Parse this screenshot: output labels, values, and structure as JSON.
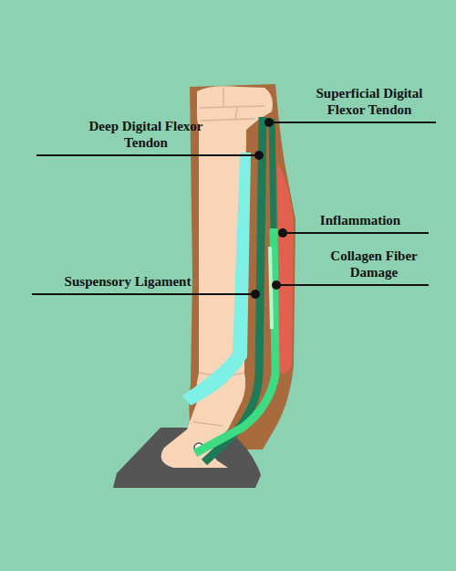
{
  "diagram": {
    "labels": [
      "Superficial Digital Flexor Tendon",
      "Deep Digital Flexor Tendon",
      "Inflammation",
      "Collagen Fiber Damage",
      "Suspensory Ligament"
    ]
  }
}
